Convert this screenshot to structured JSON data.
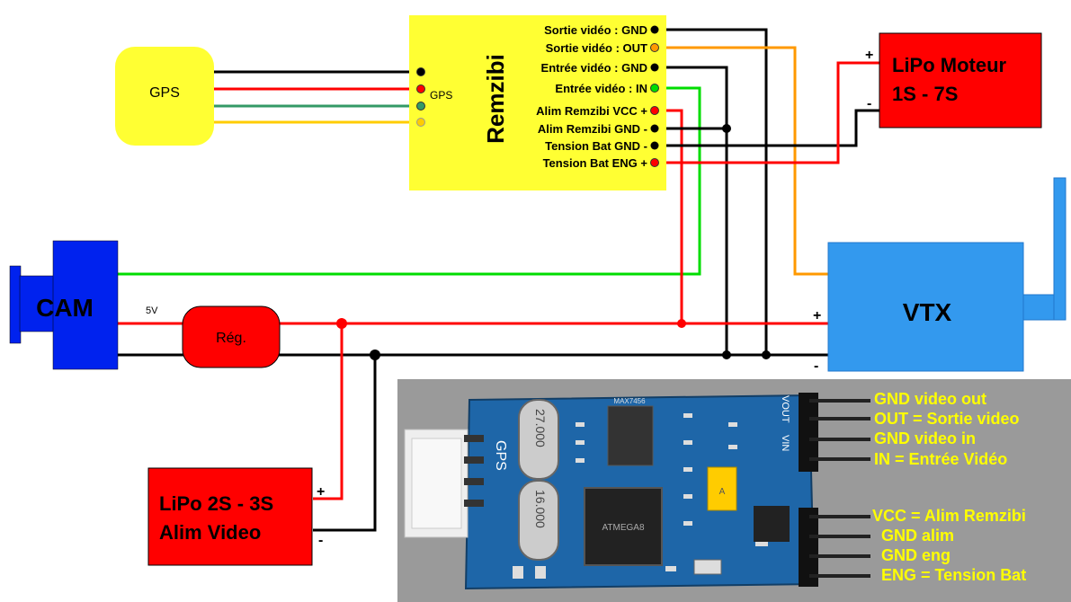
{
  "gps": {
    "label": "GPS",
    "pin_label": "GPS"
  },
  "remzibi": {
    "title": "Remzibi",
    "pins": [
      "Sortie vidéo : GND",
      "Sortie vidéo : OUT",
      "Entrée vidéo : GND",
      "Entrée vidéo : IN",
      "Alim Remzibi VCC +",
      "Alim Remzibi GND -",
      "Tension Bat GND -",
      "Tension Bat ENG +"
    ]
  },
  "lipo_motor": {
    "line1": "LiPo Moteur",
    "line2": "1S - 7S",
    "plus": "+",
    "minus": "-"
  },
  "cam": {
    "label": "CAM"
  },
  "reg": {
    "label": "Rég.",
    "voltage": "5V"
  },
  "vtx": {
    "label": "VTX",
    "plus": "+",
    "minus": "-"
  },
  "lipo_video": {
    "line1": "LiPo 2S - 3S",
    "line2": "Alim Video",
    "plus": "+",
    "minus": "-"
  },
  "board": {
    "gps_silk": "GPS",
    "vout_silk": "VOUT",
    "vin_silk": "VIN",
    "crystal1": "27.000",
    "crystal2": "16.000",
    "chip": "ATMEGA8",
    "top_chip": "MAX7456",
    "ic_top": "MAX7456",
    "cap": "A",
    "pin_labels": [
      "GND video out",
      "OUT = Sortie video",
      "GND video in",
      "IN = Entrée Vidéo",
      "VCC = Alim Remzibi",
      "GND alim",
      "GND eng",
      "ENG = Tension Bat"
    ]
  },
  "colors": {
    "yellow": "#ffff33",
    "red": "#ff0000",
    "blue_cam": "#0022ee",
    "vtx_blue": "#3399ee",
    "green": "#00dd00",
    "orange": "#ff9900",
    "wire_black": "#000000",
    "board_bg": "#9a9a9a",
    "pcb": "#1e66a8",
    "label_yellow": "#ffff00"
  }
}
